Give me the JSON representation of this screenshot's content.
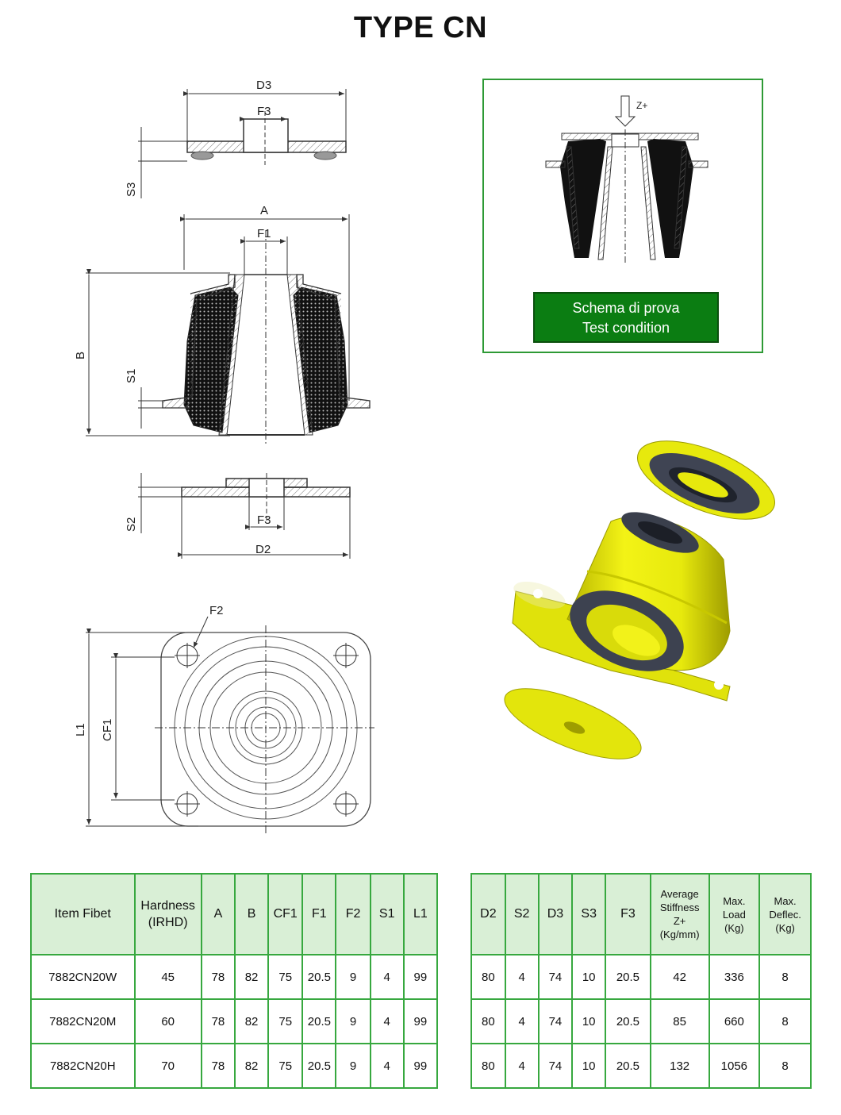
{
  "title": "TYPE CN",
  "drawing_labels": {
    "d3": "D3",
    "f3_top": "F3",
    "s3": "S3",
    "a": "A",
    "f1": "F1",
    "b": "B",
    "s1": "S1",
    "s2": "S2",
    "f3_bottom": "F3",
    "d2": "D2",
    "f2": "F2",
    "l1": "L1",
    "cf1": "CF1"
  },
  "test_condition": {
    "arrow_label": "Z+",
    "line1": "Schema di prova",
    "line2": "Test condition"
  },
  "colors": {
    "table_border": "#37a83f",
    "header_fill": "#d9efd6",
    "label_green": "#0b7d12",
    "part_yellow": "#e6e80e"
  },
  "table_left": {
    "headers": [
      "Item Fibet",
      "Hardness\n(IRHD)",
      "A",
      "B",
      "CF1",
      "F1",
      "F2",
      "S1",
      "L1"
    ],
    "rows": [
      [
        "7882CN20W",
        "45",
        "78",
        "82",
        "75",
        "20.5",
        "9",
        "4",
        "99"
      ],
      [
        "7882CN20M",
        "60",
        "78",
        "82",
        "75",
        "20.5",
        "9",
        "4",
        "99"
      ],
      [
        "7882CN20H",
        "70",
        "78",
        "82",
        "75",
        "20.5",
        "9",
        "4",
        "99"
      ]
    ]
  },
  "table_right": {
    "headers": [
      "D2",
      "S2",
      "D3",
      "S3",
      "F3",
      "Average\nStiffness\nZ+\n(Kg/mm)",
      "Max.\nLoad\n(Kg)",
      "Max.\nDeflec.\n(Kg)"
    ],
    "rows": [
      [
        "80",
        "4",
        "74",
        "10",
        "20.5",
        "42",
        "336",
        "8"
      ],
      [
        "80",
        "4",
        "74",
        "10",
        "20.5",
        "85",
        "660",
        "8"
      ],
      [
        "80",
        "4",
        "74",
        "10",
        "20.5",
        "132",
        "1056",
        "8"
      ]
    ]
  }
}
